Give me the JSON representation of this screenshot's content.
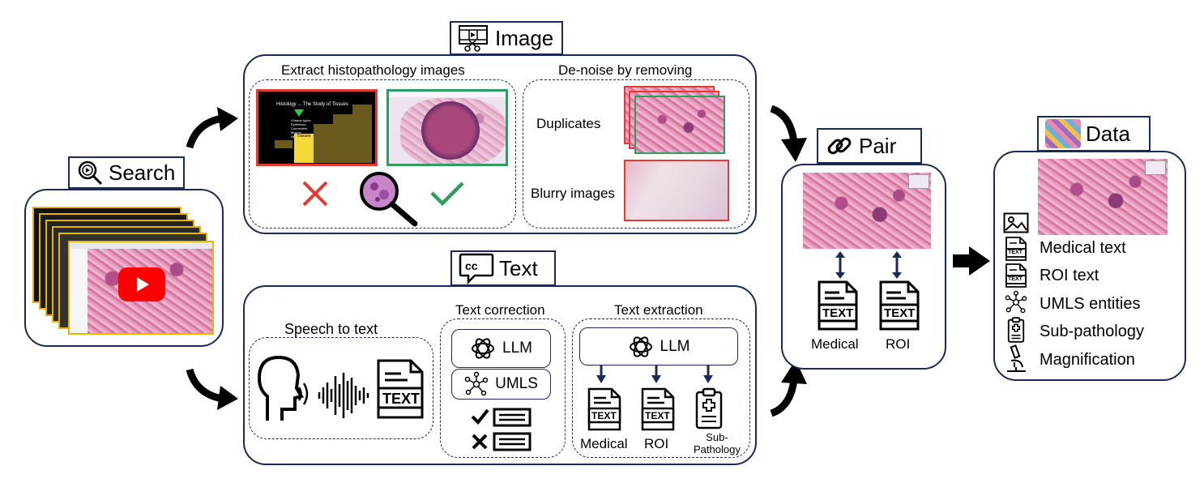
{
  "search": {
    "title": "Search"
  },
  "image": {
    "title": "Image",
    "extract_label": "Extract histopathology images",
    "denoise_label": "De-noise by removing",
    "duplicates_label": "Duplicates",
    "blurry_label": "Blurry images",
    "slide_title": "Histology ... The Study of Tissues",
    "slide_bullets": [
      "4 tissue types",
      "Epithelium",
      "Connective",
      "Muscle",
      "Nervous"
    ],
    "slide_highlight": "Tissues"
  },
  "text": {
    "title": "Text",
    "speech_label": "Speech to text",
    "correction_label": "Text correction",
    "extraction_label": "Text extraction",
    "llm_label": "LLM",
    "umls_label": "UMLS",
    "text_icon_word": "TEXT",
    "out_medical": "Medical",
    "out_roi": "ROI",
    "out_subpathology": "Sub-\nPathology"
  },
  "pair": {
    "title": "Pair",
    "medical_label": "Medical",
    "roi_label": "ROI",
    "text_icon_word": "TEXT"
  },
  "data": {
    "title": "Data",
    "items": [
      "Medical text",
      "ROI text",
      "UMLS entities",
      "Sub-pathology",
      "Magnification"
    ],
    "text_icon_word": "TEXT"
  },
  "colors": {
    "border": "#1b2a55",
    "reject": "#e53935",
    "accept": "#2e9e5e",
    "youtube": "#ff0000",
    "arrow": "#1b2a55"
  }
}
